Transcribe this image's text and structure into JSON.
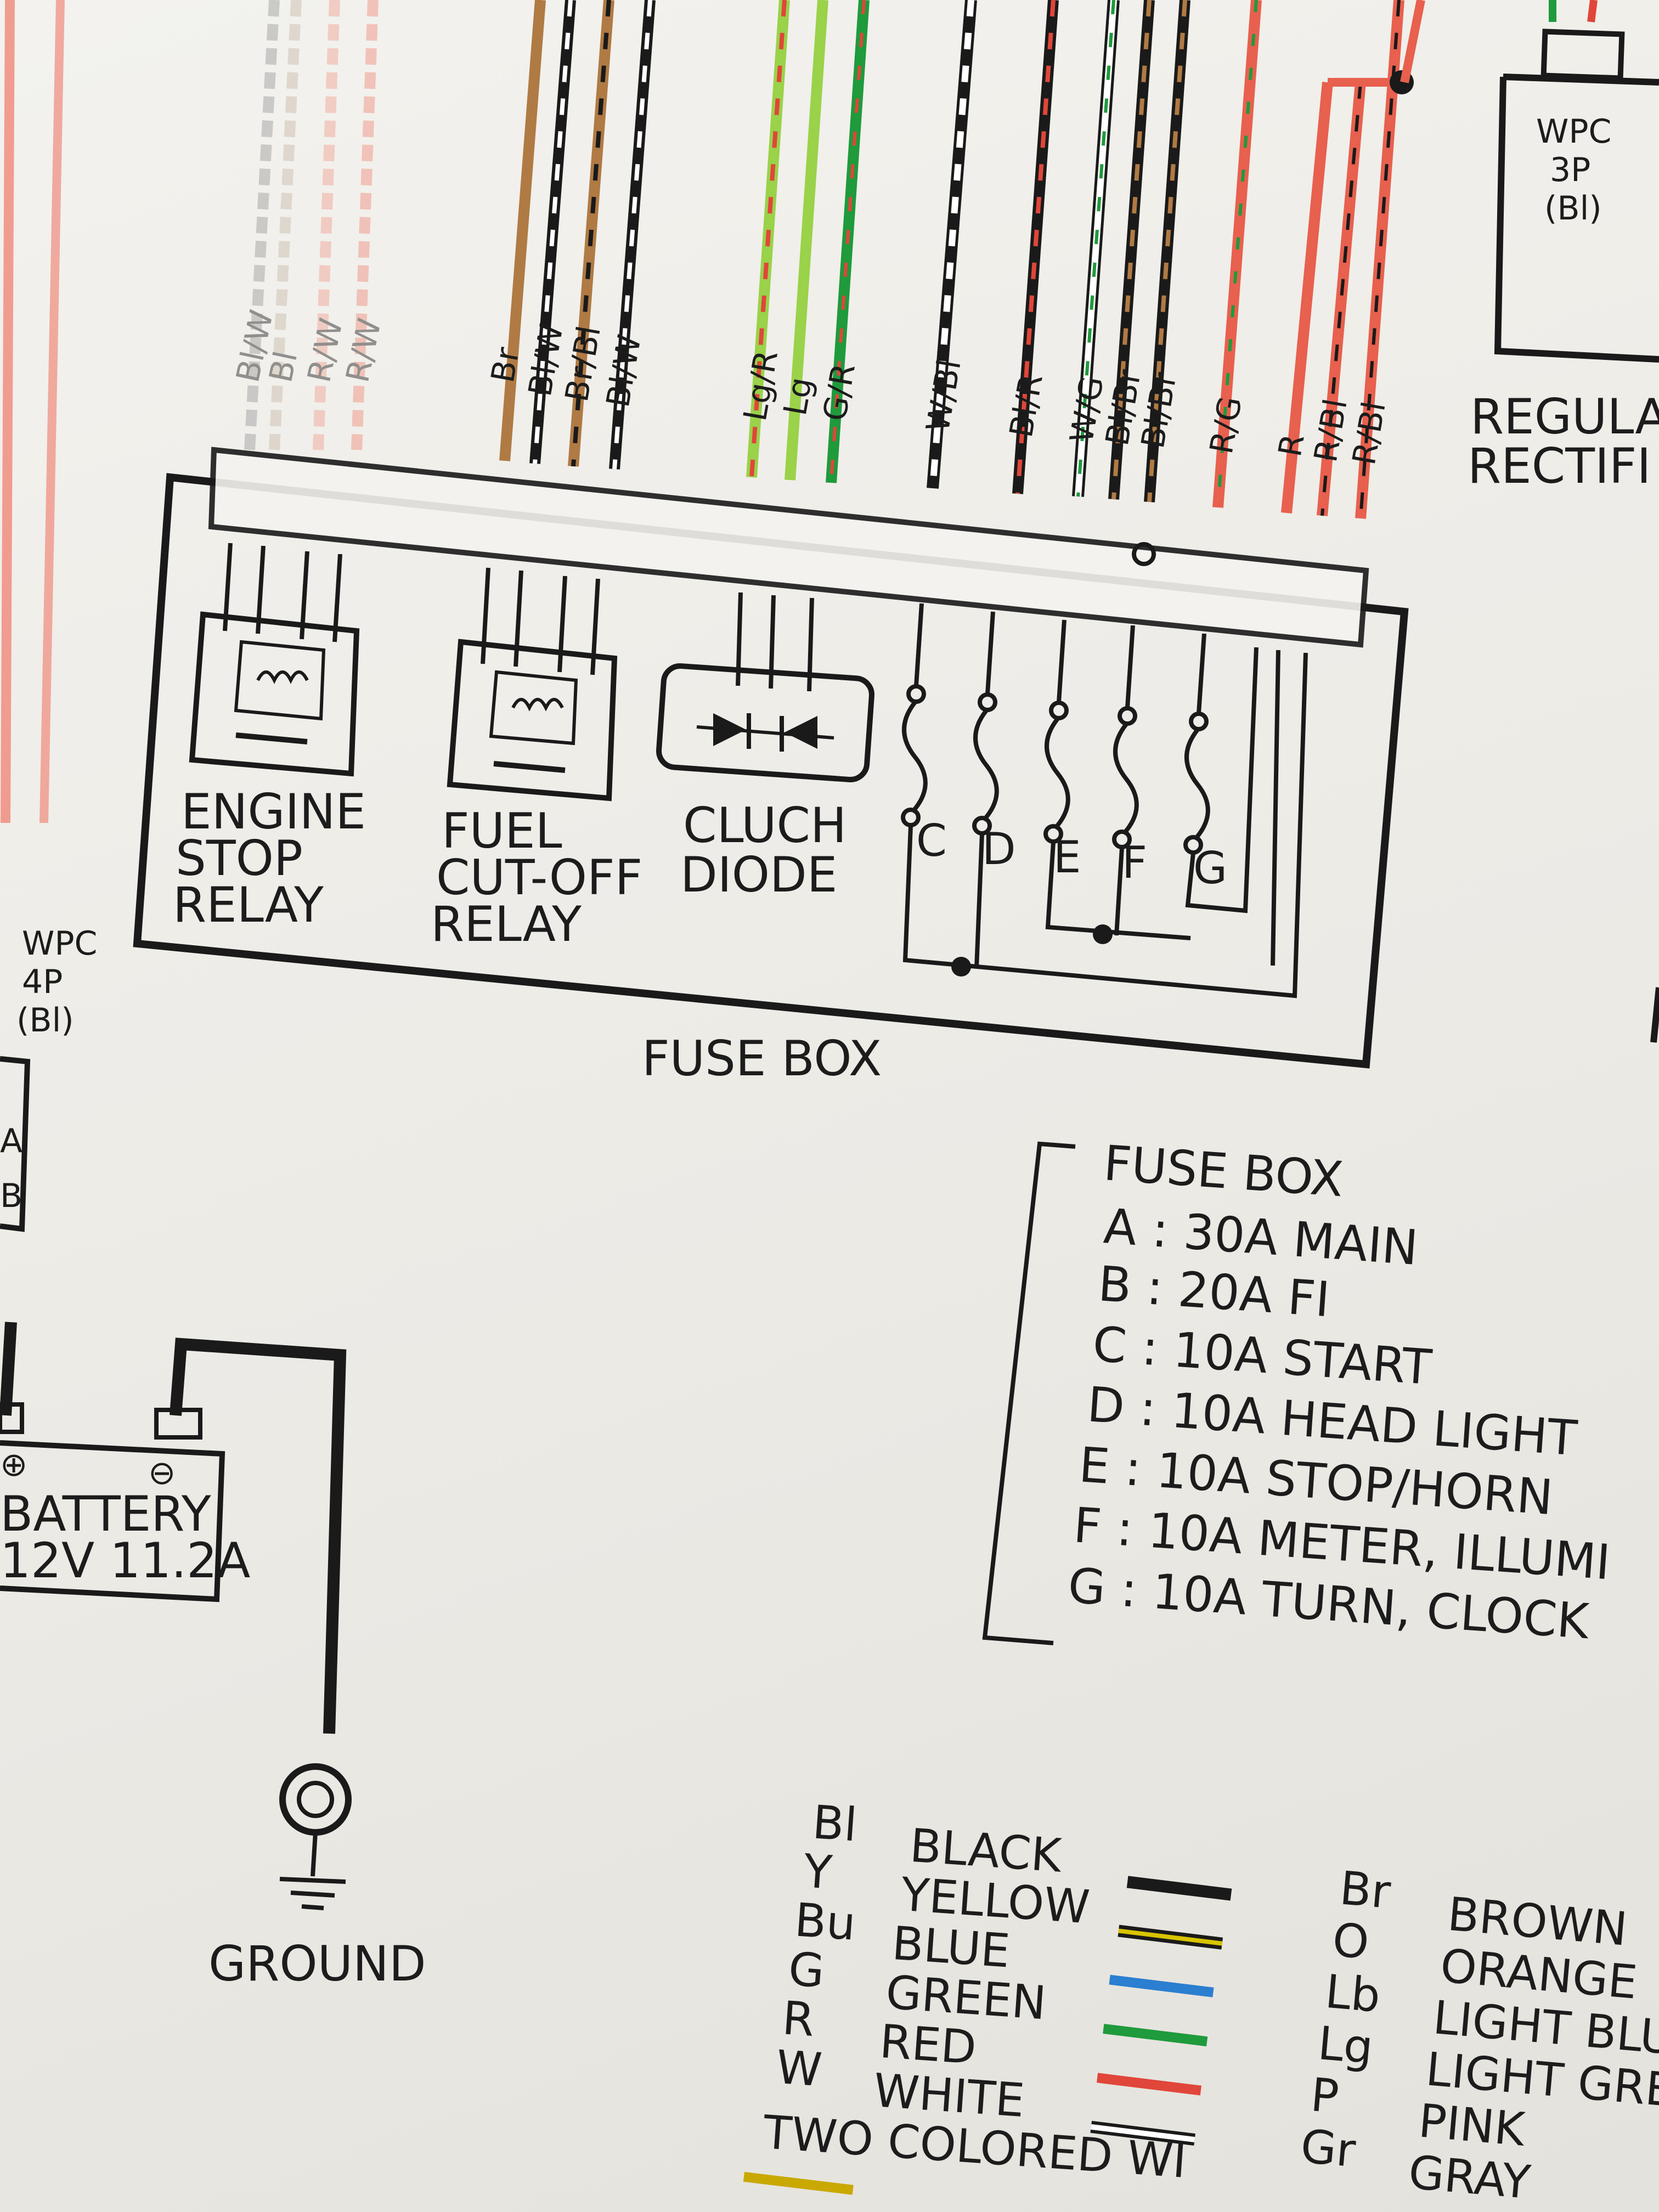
{
  "top_wire_labels": [
    "Br",
    "Bl/W",
    "Br/Bl",
    "Bl/W",
    "Lg/R",
    "Lg",
    "G/R",
    "W/Bl",
    "Bl/R",
    "W/G",
    "Bl/Br",
    "Bl/Br",
    "R/G",
    "R",
    "R/Bl",
    "R/Bl"
  ],
  "faded_wire_labels": [
    "Bl/W",
    "Bl",
    "R/W",
    "R/W"
  ],
  "regulator_connector": {
    "name": "WPC",
    "pins": "3P",
    "color": "(Bl)"
  },
  "regulator_label": [
    "REGULA",
    "RECTIFI"
  ],
  "left_connector": {
    "name": "WPC",
    "pins": "4P",
    "color": "(Bl)",
    "pin_a": "A",
    "pin_b": "B"
  },
  "components": {
    "engine_stop_relay": [
      "ENGINE",
      "STOP",
      "RELAY"
    ],
    "fuel_cutoff_relay": [
      "FUEL",
      "CUT-OFF",
      "RELAY"
    ],
    "clutch_diode": [
      "CLUCH",
      "DIODE"
    ]
  },
  "fuse_letters": [
    "C",
    "D",
    "E",
    "F",
    "G"
  ],
  "fuse_box_label": "FUSE BOX",
  "fuse_table": {
    "title": "FUSE BOX",
    "rows": [
      {
        "id": "A",
        "text": "A : 30A  MAIN"
      },
      {
        "id": "B",
        "text": "B : 20A  FI"
      },
      {
        "id": "C",
        "text": "C : 10A  START"
      },
      {
        "id": "D",
        "text": "D : 10A  HEAD LIGHT"
      },
      {
        "id": "E",
        "text": "E : 10A  STOP/HORN"
      },
      {
        "id": "F",
        "text": "F : 10A  METER, ILLUMI"
      },
      {
        "id": "G",
        "text": "G : 10A  TURN, CLOCK"
      }
    ]
  },
  "battery": {
    "label": "BATTERY",
    "spec": "12V 11.2A"
  },
  "ground_label": "GROUND",
  "color_legend": {
    "left": [
      {
        "code": "Bl",
        "name": "BLACK",
        "color": "#1a1a1a"
      },
      {
        "code": "Y",
        "name": "YELLOW",
        "color": "#d8c400"
      },
      {
        "code": "Bu",
        "name": "BLUE",
        "color": "#2a7fd0"
      },
      {
        "code": "G",
        "name": "GREEN",
        "color": "#1f9a3c"
      },
      {
        "code": "R",
        "name": "RED",
        "color": "#e0463a"
      },
      {
        "code": "W",
        "name": "WHITE",
        "color": "#ffffff"
      }
    ],
    "right": [
      {
        "code": "Br",
        "name": "BROWN"
      },
      {
        "code": "O",
        "name": "ORANGE"
      },
      {
        "code": "Lb",
        "name": "LIGHT BLU"
      },
      {
        "code": "Lg",
        "name": "LIGHT GRE"
      },
      {
        "code": "P",
        "name": "PINK"
      },
      {
        "code": "Gr",
        "name": "GRAY"
      }
    ],
    "two_colored_label": "TWO COLORED WI"
  }
}
